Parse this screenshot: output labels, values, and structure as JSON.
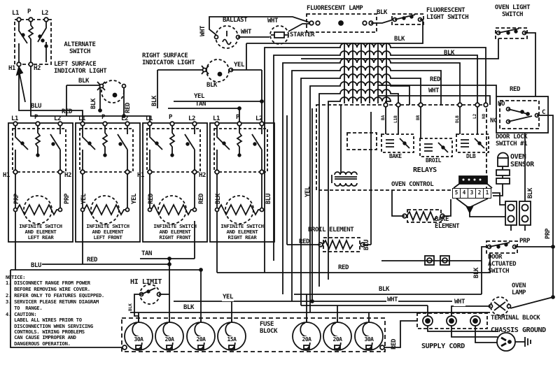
{
  "wires": {
    "blk": "BLK",
    "wht": "WHT",
    "red": "RED",
    "blu": "BLU",
    "yel": "YEL",
    "tan": "TAN",
    "prp": "PRP"
  },
  "terminals": {
    "l1": "L1",
    "p": "P",
    "l2": "L2",
    "h1": "H1",
    "h2": "H2",
    "no": "NO",
    "nc": "NC",
    "c": "C"
  },
  "components": {
    "alternate_switch": "ALTERNATE\nSWITCH",
    "left_surface_indicator_light": "LEFT SURFACE\nINDICATOR LIGHT",
    "right_surface_indicator_light": "RIGHT SURFACE\nINDICATOR LIGHT",
    "ballast": "BALLAST",
    "starter": "STARTER",
    "fluorescent_lamp": "FLUORESCENT LAMP",
    "fluorescent_light_switch": "FLUORESCENT\nLIGHT SWITCH",
    "oven_light_switch": "OVEN LIGHT\nSWITCH",
    "door_lock_switch_1": "DOOR LOCK\nSWITCH #1",
    "oven_sensor": "OVEN\nSENSOR",
    "relays": "RELAYS",
    "relay_bake": "BAKE",
    "relay_broil": "BROIL",
    "relay_dlb": "DLB",
    "oven_control": "OVEN CONTROL",
    "bake_element": "BAKE\nELEMENT",
    "broil_element": "BROIL ELEMENT",
    "hi_limit": "HI LIMIT",
    "fuse_block": "FUSE\nBLOCK",
    "door_actuated_switch": "DOOR\nACTUATED\nSWITCH",
    "oven_lamp": "OVEN\nLAMP",
    "terminal_block": "TERMINAL BLOCK",
    "chassis_ground": "CHASSIS GROUND",
    "supply_cord": "SUPPLY CORD",
    "infinite_switch_left_rear": "INFINITE SWITCH\nAND ELEMENT\nLEFT REAR",
    "infinite_switch_left_front": "INFINITE SWITCH\nAND ELEMENT\nLEFT FRONT",
    "infinite_switch_right_front": "INFINITE SWITCH\nAND ELEMENT\nRIGHT FRONT",
    "infinite_switch_right_rear": "INFINITE SWITCH\nAND ELEMENT\nRIGHT REAR"
  },
  "relay_terminals": [
    "BA",
    "L1B",
    "BR",
    "DLB",
    "L2",
    "NO"
  ],
  "oven_control_terminals": [
    "5",
    "4",
    "3",
    "2",
    "1"
  ],
  "fuses": [
    "30A",
    "20A",
    "20A",
    "15A",
    "20A",
    "20A",
    "30A"
  ],
  "notice": {
    "title": "NOTICE:",
    "items": [
      "1. DISCONNECT RANGE FROM POWER\n   BEFORE REMOVING WIRE COVER.",
      "2. REFER ONLY TO FEATURES EQUIPPED.",
      "3. SERVICER PLEASE RETURN DIAGRAM\n   TO  RANGE.",
      "4. CAUTION:\n   LABEL ALL WIRES PRIOR TO\n   DISCONNECTION WHEN SERVICING\n   CONTROLS. WIRING PROBLEMS\n   CAN CAUSE IMPROPER AND\n   DANGEROUS OPERATION."
    ]
  },
  "colors": {
    "ink": "#111111",
    "paper": "#ffffff"
  }
}
